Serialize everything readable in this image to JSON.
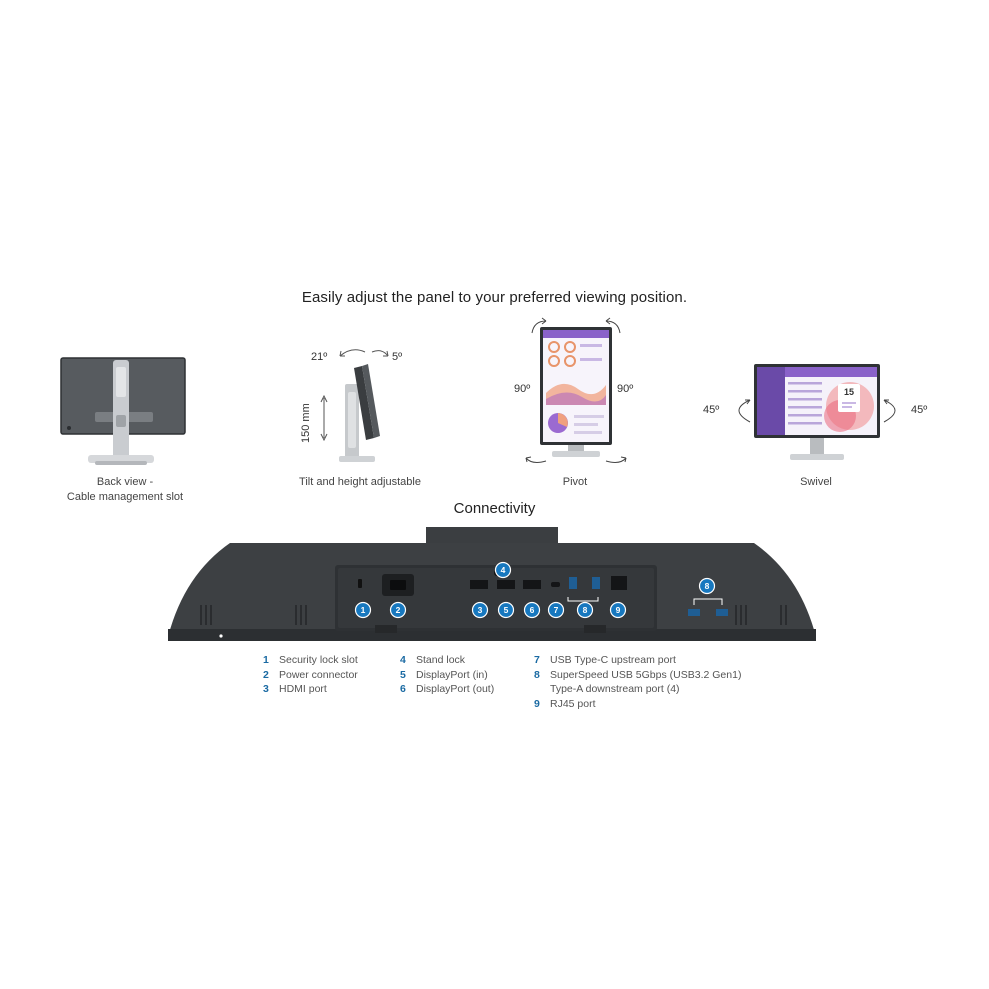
{
  "headline": "Easily adjust the panel to your preferred viewing position.",
  "views": {
    "back": {
      "caption_line1": "Back view -",
      "caption_line2": "Cable management slot"
    },
    "tilt": {
      "caption": "Tilt and height adjustable",
      "angle_back": "21º",
      "angle_fwd": "5º",
      "height": "150 mm"
    },
    "pivot": {
      "caption": "Pivot",
      "angle_left": "90º",
      "angle_right": "90º"
    },
    "swivel": {
      "caption": "Swivel",
      "angle_left": "45º",
      "angle_right": "45º",
      "screen_number": "15"
    }
  },
  "connectivity": {
    "title": "Connectivity",
    "badges": [
      "1",
      "2",
      "3",
      "4",
      "5",
      "6",
      "7",
      "8",
      "9"
    ],
    "legend": [
      {
        "num": "1",
        "label": "Security lock slot"
      },
      {
        "num": "2",
        "label": "Power connector"
      },
      {
        "num": "3",
        "label": "HDMI port"
      },
      {
        "num": "4",
        "label": "Stand lock"
      },
      {
        "num": "5",
        "label": "DisplayPort (in)"
      },
      {
        "num": "6",
        "label": "DisplayPort (out)"
      },
      {
        "num": "7",
        "label": "USB Type-C upstream port"
      },
      {
        "num": "8",
        "label": "SuperSpeed USB 5Gbps (USB3.2 Gen1)",
        "label2": "Type-A downstream port (4)"
      },
      {
        "num": "9",
        "label": "RJ45 port"
      }
    ]
  },
  "colors": {
    "badge": "#1778bf",
    "bezel": "#3d4043",
    "stand": "#c8cbce",
    "screen_purple": "#8a62c9"
  }
}
